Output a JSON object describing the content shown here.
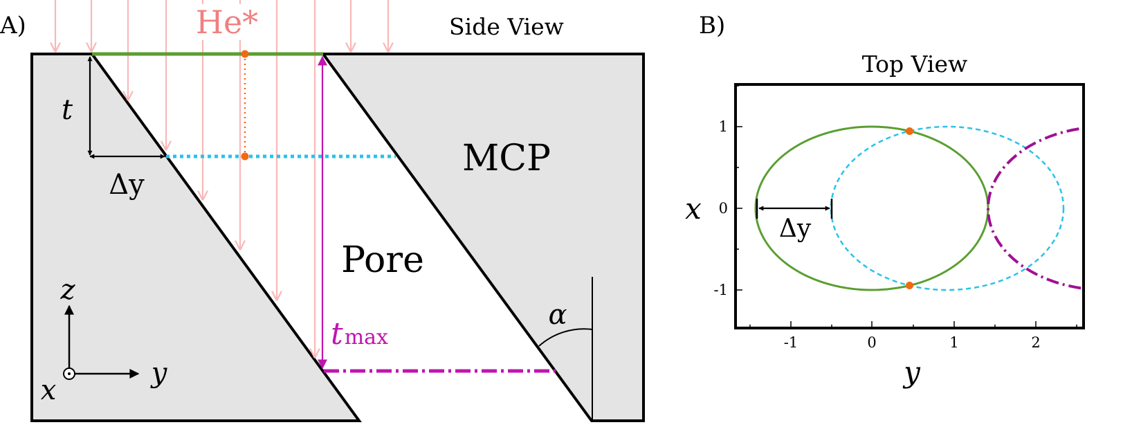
{
  "panel_a": {
    "panel_label": "A)",
    "title": "Side View",
    "beam_label": "He*",
    "material_label": "MCP",
    "pore_label": "Pore",
    "thickness_label": "t",
    "shift_label": "Δy",
    "tmax_label": "t",
    "tmax_subscript": "max",
    "angle_label": "α",
    "axis_z": "z",
    "axis_y": "y",
    "axis_x": "x"
  },
  "panel_b": {
    "panel_label": "B)",
    "title": "Top View",
    "xlabel": "y",
    "ylabel": "x",
    "shift_label": "Δy",
    "x_ticks": [
      "-1",
      "0",
      "1",
      "2"
    ],
    "y_ticks": [
      "1",
      "0",
      "-1"
    ]
  },
  "colors": {
    "beam": "#f9b8b8",
    "beam_label": "#f08080",
    "green": "#5a9e32",
    "cyan": "#29c3ea",
    "magenta": "#c015b0",
    "orange": "#f06a12",
    "wall_fill": "#e4e4e4"
  }
}
